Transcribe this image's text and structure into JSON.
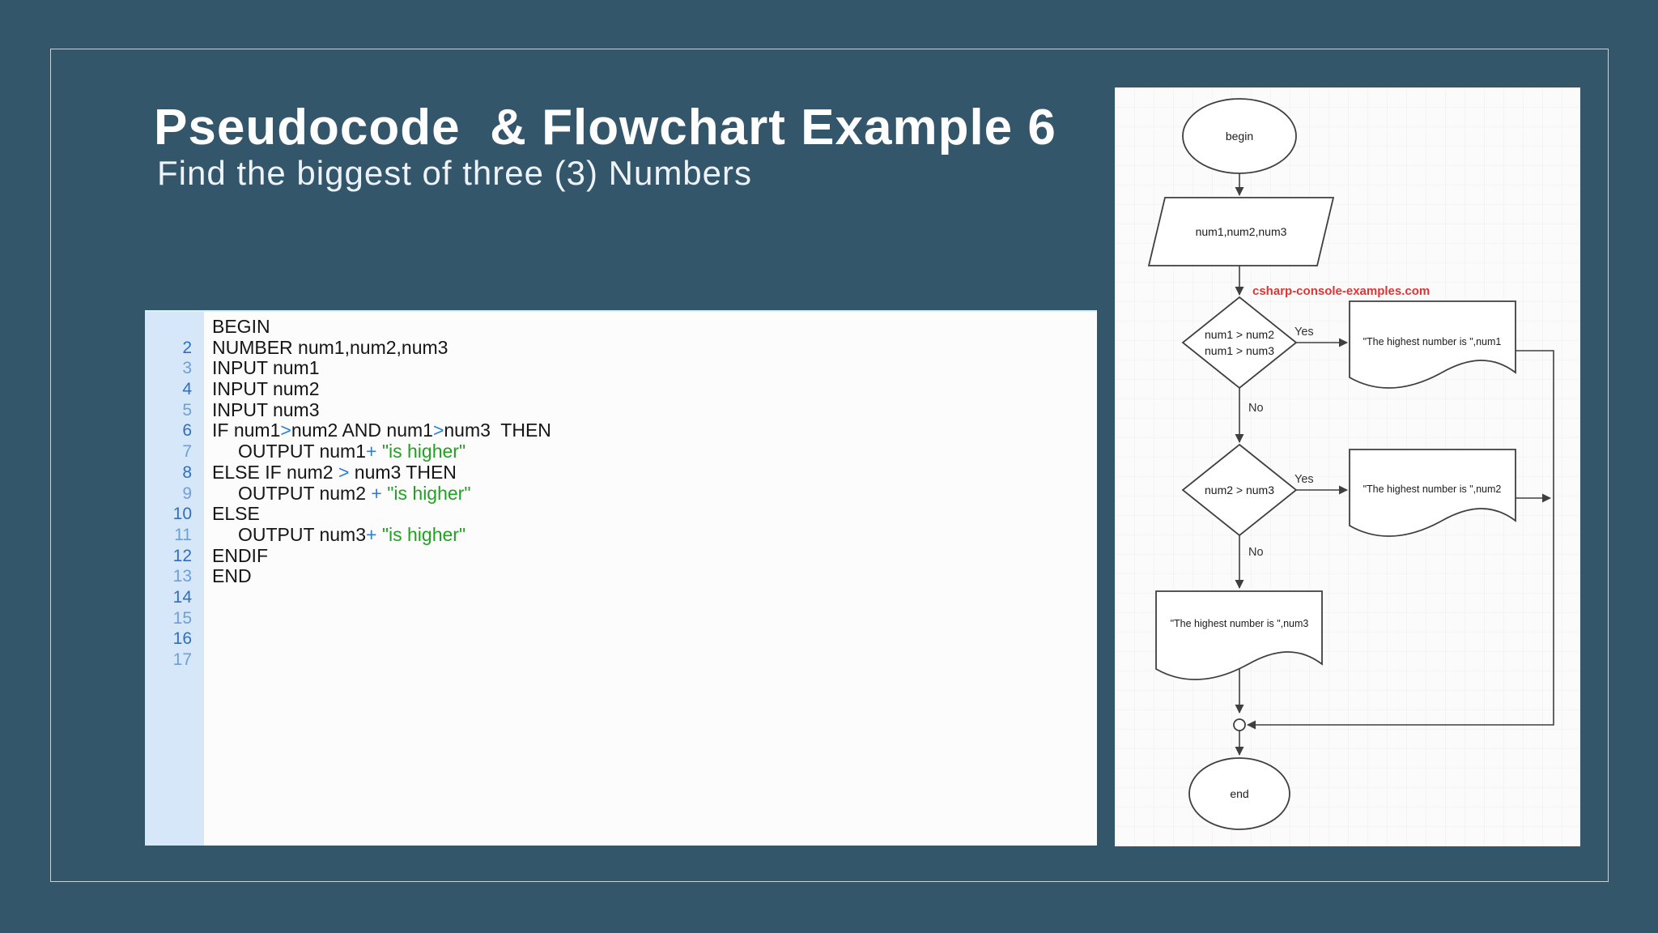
{
  "slide": {
    "title": "Pseudocode  & Flowchart Example 6",
    "subtitle": "Find the biggest of three (3) Numbers"
  },
  "colors": {
    "background": "#33566B",
    "title_text": "#FFFFFF",
    "subtitle_text": "#EDF3F8",
    "code_panel_bg": "#FCFCFC",
    "gutter_bg": "#D5E7F8",
    "line_number_dark": "#2F6EC2",
    "line_number_light": "#6E9FD9",
    "code_text": "#151515",
    "operator_text": "#2B7FD0",
    "string_text": "#21A121",
    "flowchart_bg": "#FBFBFB",
    "grid_line": "#EDEDED",
    "shape_stroke": "#3F3F3F",
    "watermark_red": "#E23333"
  },
  "code_editor": {
    "lines": [
      {
        "number": "",
        "segments": [
          {
            "type": "plain",
            "text": "BEGIN"
          }
        ]
      },
      {
        "number": "2",
        "segments": [
          {
            "type": "plain",
            "text": "NUMBER num1,num2,num3"
          }
        ]
      },
      {
        "number": "3",
        "segments": [
          {
            "type": "plain",
            "text": "INPUT num1"
          }
        ]
      },
      {
        "number": "4",
        "segments": [
          {
            "type": "plain",
            "text": "INPUT num2"
          }
        ]
      },
      {
        "number": "5",
        "segments": [
          {
            "type": "plain",
            "text": "INPUT num3"
          }
        ]
      },
      {
        "number": "6",
        "segments": [
          {
            "type": "plain",
            "text": "IF num1"
          },
          {
            "type": "op",
            "text": ">"
          },
          {
            "type": "plain",
            "text": "num2 AND num1"
          },
          {
            "type": "op",
            "text": ">"
          },
          {
            "type": "plain",
            "text": "num3  THEN"
          }
        ]
      },
      {
        "number": "7",
        "segments": [
          {
            "type": "plain",
            "text": "     OUTPUT num1"
          },
          {
            "type": "op",
            "text": "+"
          },
          {
            "type": "plain",
            "text": " "
          },
          {
            "type": "str",
            "text": "\"is higher\""
          }
        ]
      },
      {
        "number": "8",
        "segments": [
          {
            "type": "plain",
            "text": "ELSE IF num2 "
          },
          {
            "type": "op",
            "text": ">"
          },
          {
            "type": "plain",
            "text": " num3 THEN"
          }
        ]
      },
      {
        "number": "9",
        "segments": [
          {
            "type": "plain",
            "text": "     OUTPUT num2 "
          },
          {
            "type": "op",
            "text": "+"
          },
          {
            "type": "plain",
            "text": " "
          },
          {
            "type": "str",
            "text": "\"is higher\""
          }
        ]
      },
      {
        "number": "10",
        "segments": [
          {
            "type": "plain",
            "text": "ELSE"
          }
        ]
      },
      {
        "number": "11",
        "segments": [
          {
            "type": "plain",
            "text": "     OUTPUT num3"
          },
          {
            "type": "op",
            "text": "+"
          },
          {
            "type": "plain",
            "text": " "
          },
          {
            "type": "str",
            "text": "\"is higher\""
          }
        ]
      },
      {
        "number": "12",
        "segments": [
          {
            "type": "plain",
            "text": "ENDIF"
          }
        ]
      },
      {
        "number": "13",
        "segments": [
          {
            "type": "plain",
            "text": "END"
          }
        ]
      },
      {
        "number": "14",
        "segments": []
      },
      {
        "number": "15",
        "segments": []
      },
      {
        "number": "16",
        "segments": []
      },
      {
        "number": "17",
        "segments": []
      }
    ]
  },
  "flowchart": {
    "watermark": "csharp-console-examples.com",
    "nodes": {
      "start": "begin",
      "input": "num1,num2,num3",
      "decision1_line1": "num1 > num2",
      "decision1_line2": "num1 > num3",
      "decision2": "num2 > num3",
      "output1": "\"The highest number is \",num1",
      "output2": "\"The highest number is \",num2",
      "output3": "\"The highest number is \",num3",
      "end": "end"
    },
    "edge_labels": {
      "yes1": "Yes",
      "no1": "No",
      "yes2": "Yes",
      "no2": "No"
    }
  }
}
